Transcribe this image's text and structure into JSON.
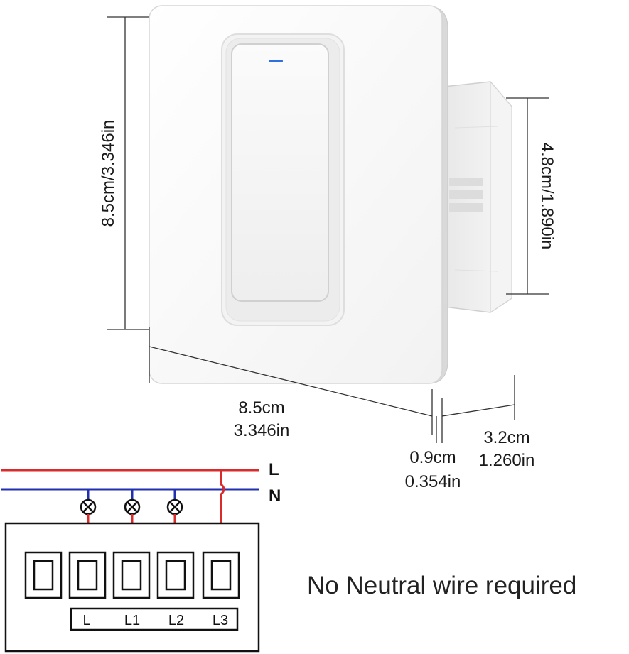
{
  "dimensions": {
    "height": "8.5cm/3.346in",
    "depth_back": "4.8cm/1.890in",
    "width_cm": "8.5cm",
    "width_in": "3.346in",
    "plate_cm": "0.9cm",
    "plate_in": "0.354in",
    "total_cm": "3.2cm",
    "total_in": "1.260in"
  },
  "wiring": {
    "live_label": "L",
    "neutral_label": "N",
    "terminals": [
      "L",
      "L1",
      "L2",
      "L3"
    ],
    "note": "No Neutral wire required",
    "colors": {
      "live": "#d92b2b",
      "neutral": "#2030b0"
    }
  },
  "product": {
    "indicator_color": "#2f6fe0"
  }
}
